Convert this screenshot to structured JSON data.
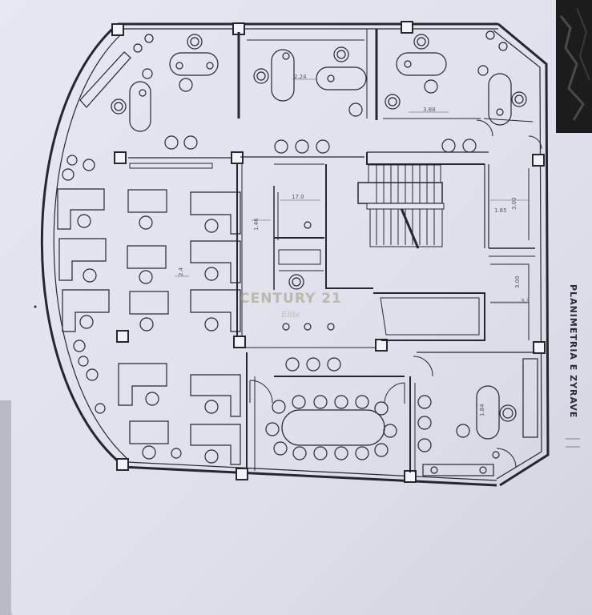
{
  "title": "PLANIMETRIA E ZYRAVE",
  "watermark": {
    "brand": "CENTURY 21",
    "sub": "Elite"
  },
  "dimensions": [
    "2.24",
    "3.88",
    "2.4",
    "17.0",
    "3.00",
    "1.65",
    "1.46",
    "3.00",
    "3.3",
    "1.84"
  ],
  "colors": {
    "paper": "#e4e5ef",
    "ink": "#26262f",
    "photo": "#1a1a1a"
  }
}
